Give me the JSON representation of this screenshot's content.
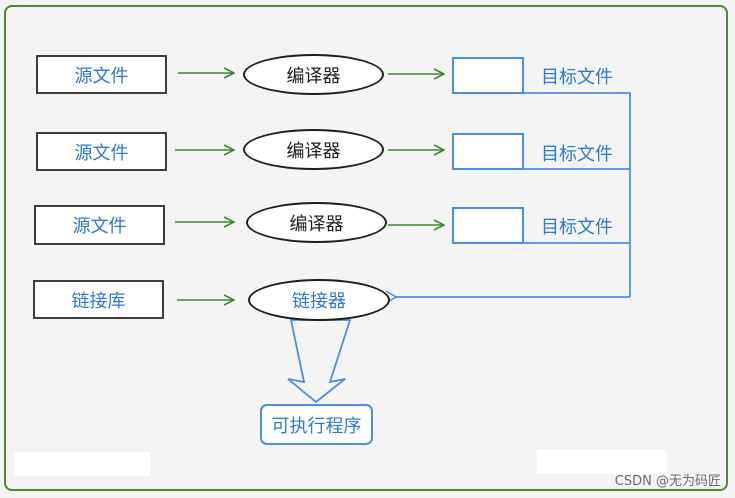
{
  "diagram": {
    "source_file_label": "源文件",
    "compiler_label": "编译器",
    "target_file_label": "目标文件",
    "library_label": "链接库",
    "linker_label": "链接器",
    "executable_label": "可执行程序",
    "rows": [
      {
        "source": "源文件",
        "compiler": "编译器",
        "target": "目标文件"
      },
      {
        "source": "源文件",
        "compiler": "编译器",
        "target": "目标文件"
      },
      {
        "source": "源文件",
        "compiler": "编译器",
        "target": "目标文件"
      }
    ]
  },
  "colors": {
    "flow_arrow": "#3a8a2a",
    "link_line": "#4a90e2",
    "label_text": "#2f78d6",
    "frame": "#4c8a3a"
  },
  "watermark": "CSDN @无为码匠"
}
